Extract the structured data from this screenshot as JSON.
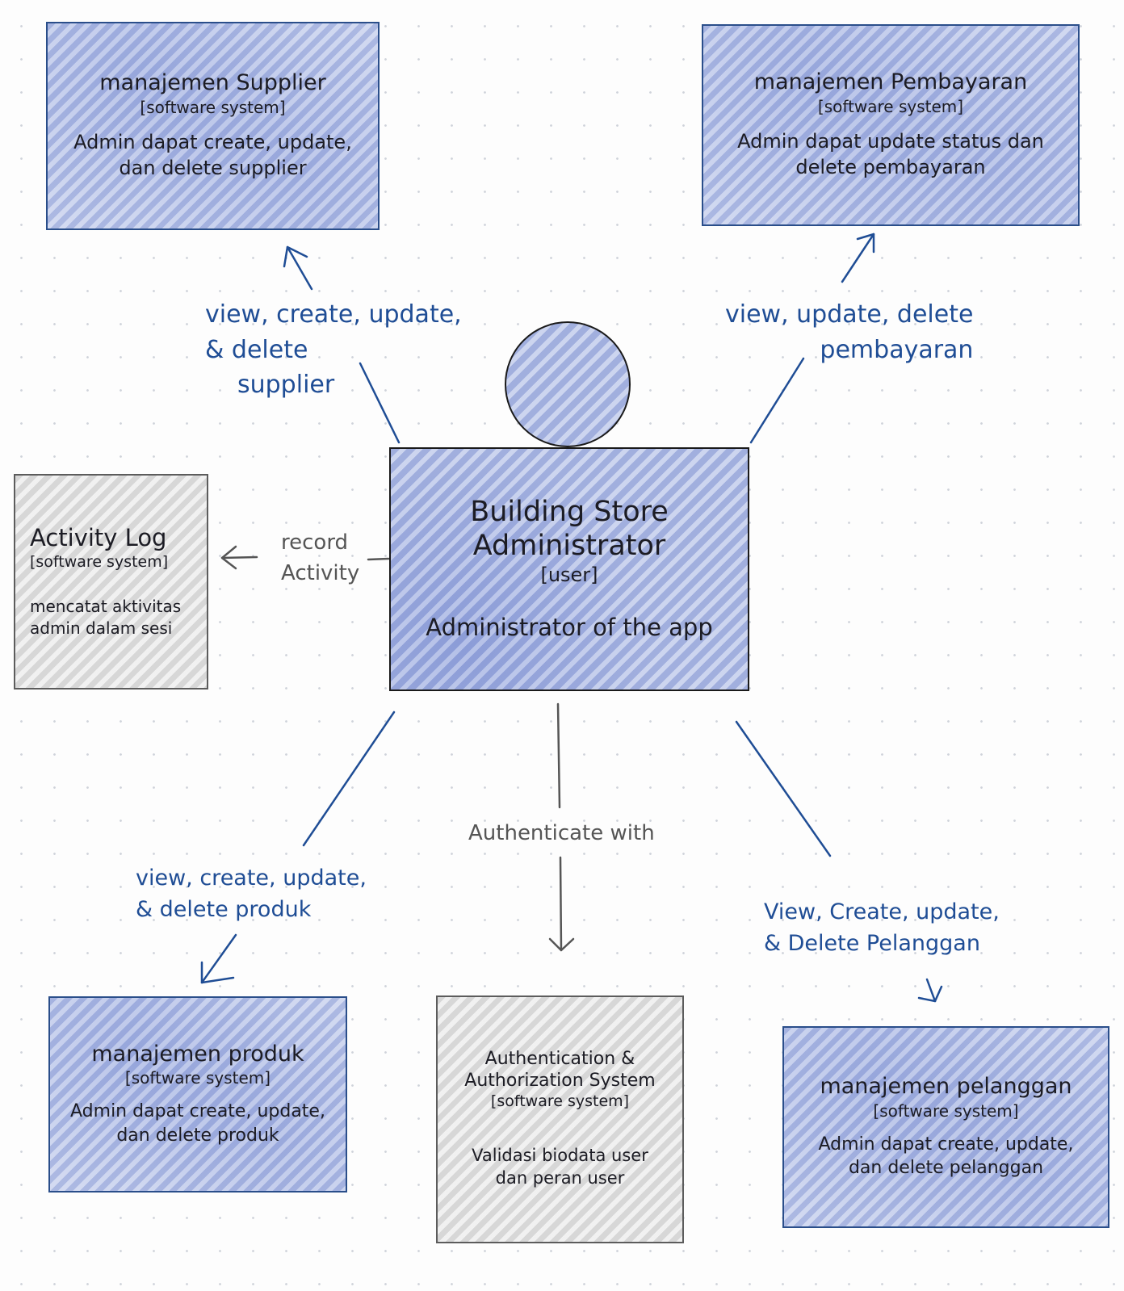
{
  "colors": {
    "blue_ink": "#1f4d95",
    "blue_fill": "#c9d2ee",
    "gray_fill": "#e9e9e9",
    "dark_border": "#1a1a1a"
  },
  "user": {
    "title_line1": "Building Store",
    "title_line2": "Administrator",
    "type": "[user]",
    "description": "Administrator of the app"
  },
  "systems": {
    "supplier": {
      "title": "manajemen Supplier",
      "type": "[software system]",
      "desc_line1": "Admin dapat create, update,",
      "desc_line2": "dan delete supplier"
    },
    "pembayaran": {
      "title": "manajemen Pembayaran",
      "type": "[software system]",
      "desc_line1": "Admin dapat update status dan",
      "desc_line2": "delete pembayaran"
    },
    "activity_log": {
      "title": "Activity Log",
      "type": "[software system]",
      "desc_line1": "mencatat aktivitas",
      "desc_line2": "admin dalam sesi"
    },
    "produk": {
      "title": "manajemen produk",
      "type": "[software system]",
      "desc_line1": "Admin dapat create, update,",
      "desc_line2": "dan delete produk"
    },
    "auth": {
      "title_line1": "Authentication &",
      "title_line2": "Authorization System",
      "type": "[software system]",
      "desc_line1": "Validasi biodata user",
      "desc_line2": "dan peran user"
    },
    "pelanggan": {
      "title": "manajemen pelanggan",
      "type": "[software system]",
      "desc_line1": "Admin dapat create, update,",
      "desc_line2": "dan delete pelanggan"
    }
  },
  "relations": {
    "supplier": {
      "line1": "view, create, update,",
      "line2": "& delete",
      "line3": "supplier"
    },
    "pembayaran": {
      "line1": "view, update, delete",
      "line2": "pembayaran"
    },
    "activity": {
      "line1": "record",
      "line2": "Activity"
    },
    "produk": {
      "line1": "view, create, update,",
      "line2": "& delete produk"
    },
    "auth": {
      "line1": "Authenticate with"
    },
    "pelanggan": {
      "line1": "View, Create, update,",
      "line2": "& Delete Pelanggan"
    }
  }
}
